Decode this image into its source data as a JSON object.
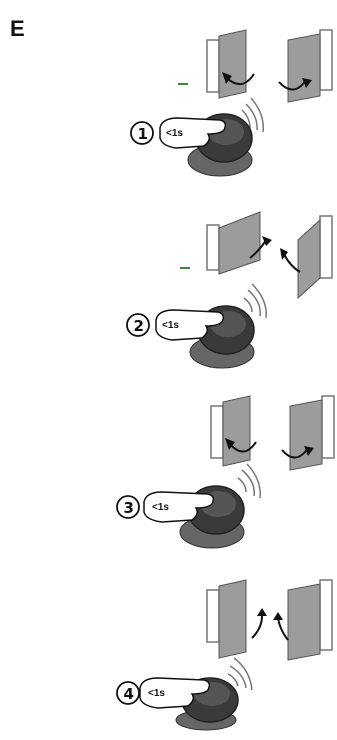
{
  "section_letter": "E",
  "press_duration": "<1s",
  "steps": [
    {
      "number": "1",
      "gate_action": "closing"
    },
    {
      "number": "2",
      "gate_action": "opening"
    },
    {
      "number": "3",
      "gate_action": "closing"
    },
    {
      "number": "4",
      "gate_action": "opening"
    }
  ]
}
